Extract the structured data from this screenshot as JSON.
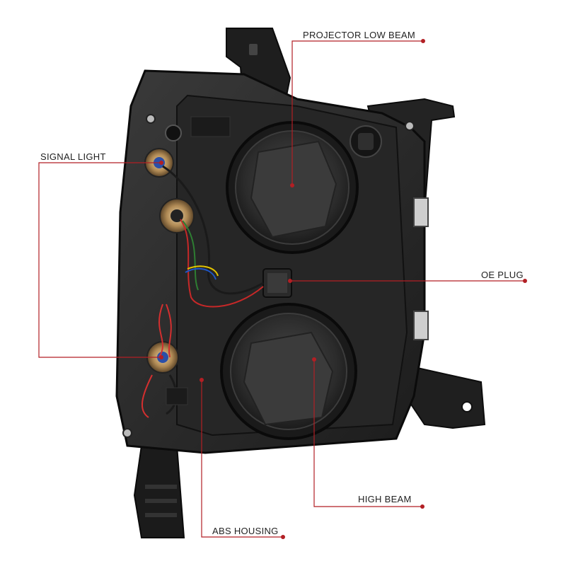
{
  "callouts": {
    "projector_low_beam": "PROJECTOR LOW BEAM",
    "signal_light": "SIGNAL LIGHT",
    "oe_plug": "OE PLUG",
    "high_beam": "HIGH BEAM",
    "abs_housing": "ABS HOUSING"
  },
  "colors": {
    "leader_line": "#b21f24",
    "housing": "#2a2a2a",
    "housing_dark": "#161616",
    "label_text": "#222222"
  },
  "product": "headlight-assembly-rear-view"
}
